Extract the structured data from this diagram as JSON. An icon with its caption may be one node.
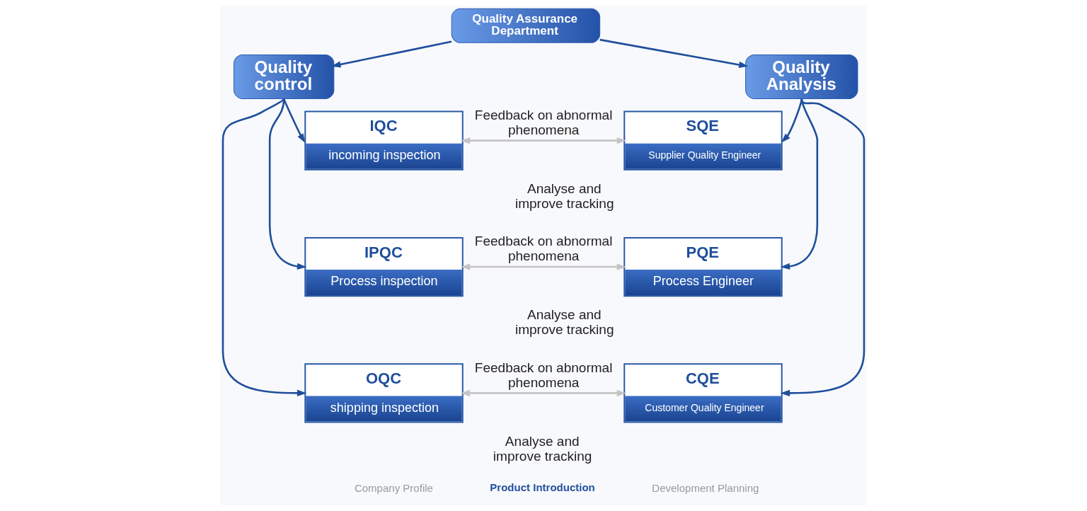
{
  "diagram": {
    "nodes": [
      {
        "text": [
          "Quality Assurance Department"
        ]
      },
      {
        "text": [
          "Quality control"
        ]
      },
      {
        "text": [
          "Quality Analysis"
        ]
      },
      {
        "text": [
          "IQC",
          "incoming inspection"
        ]
      },
      {
        "text": [
          "SQE",
          "Supplier Quality Engineer"
        ]
      },
      {
        "text": [
          "IPQC",
          "Process inspection"
        ]
      },
      {
        "text": [
          "PQE",
          "Process Engineer"
        ]
      },
      {
        "text": [
          "OQC",
          "shipping inspection"
        ]
      },
      {
        "text": [
          "CQE",
          "Customer Quality Engineer"
        ]
      }
    ],
    "edges": [
      {
        "from": 0,
        "to": 1,
        "arrow": "to"
      },
      {
        "from": 0,
        "to": 2,
        "arrow": "to"
      },
      {
        "from": 1,
        "to": 3,
        "arrow": "to"
      },
      {
        "from": 1,
        "to": 5,
        "arrow": "to"
      },
      {
        "from": 1,
        "to": 7,
        "arrow": "to"
      },
      {
        "from": 2,
        "to": 4,
        "arrow": "to"
      },
      {
        "from": 2,
        "to": 6,
        "arrow": "to"
      },
      {
        "from": 2,
        "to": 8,
        "arrow": "to"
      },
      {
        "from": 3,
        "to": 4,
        "arrow": "both",
        "label": "Feedback on abnormal phenomena",
        "color": "#c4c4c4"
      },
      {
        "from": 5,
        "to": 6,
        "arrow": "both",
        "label": "Feedback on abnormal phenomena",
        "color": "#c4c4c4"
      },
      {
        "from": 7,
        "to": 8,
        "arrow": "both",
        "label": "Feedback on abnormal phenomena",
        "color": "#c4c4c4"
      }
    ],
    "labels": [
      "Analyse and improve tracking",
      "Analyse and improve tracking",
      "Analyse and improve tracking",
      "Company Profile",
      "Product Introduction",
      "Development Planning"
    ]
  }
}
